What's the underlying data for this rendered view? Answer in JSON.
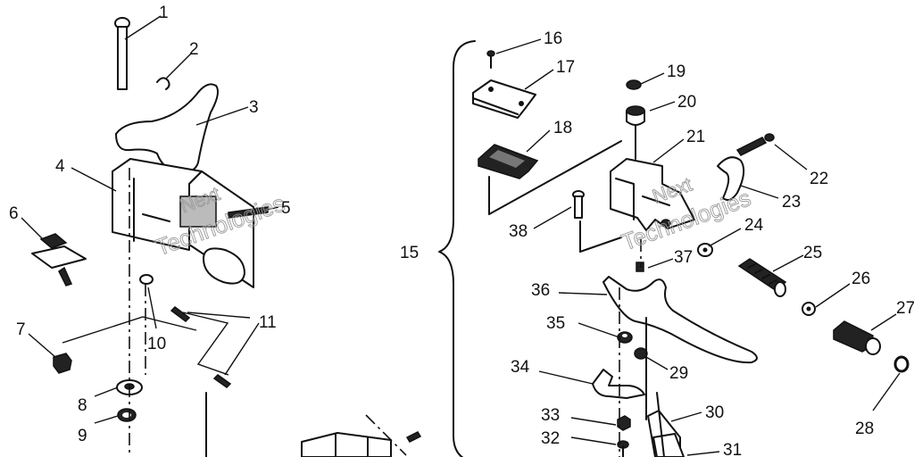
{
  "callouts": [
    "1",
    "2",
    "3",
    "4",
    "5",
    "6",
    "7",
    "8",
    "9",
    "10",
    "11",
    "15",
    "16",
    "17",
    "18",
    "19",
    "20",
    "21",
    "22",
    "23",
    "24",
    "25",
    "26",
    "27",
    "28",
    "29",
    "30",
    "31",
    "32",
    "33",
    "34",
    "35",
    "36",
    "37",
    "38"
  ],
  "watermark": {
    "left_line1": "Next",
    "left_line2": "Technologies",
    "right_line1": "Next",
    "right_line2": "Technologies"
  },
  "colors": {
    "line": "#111111",
    "background": "#ffffff",
    "watermark": "#9a9a9a"
  }
}
